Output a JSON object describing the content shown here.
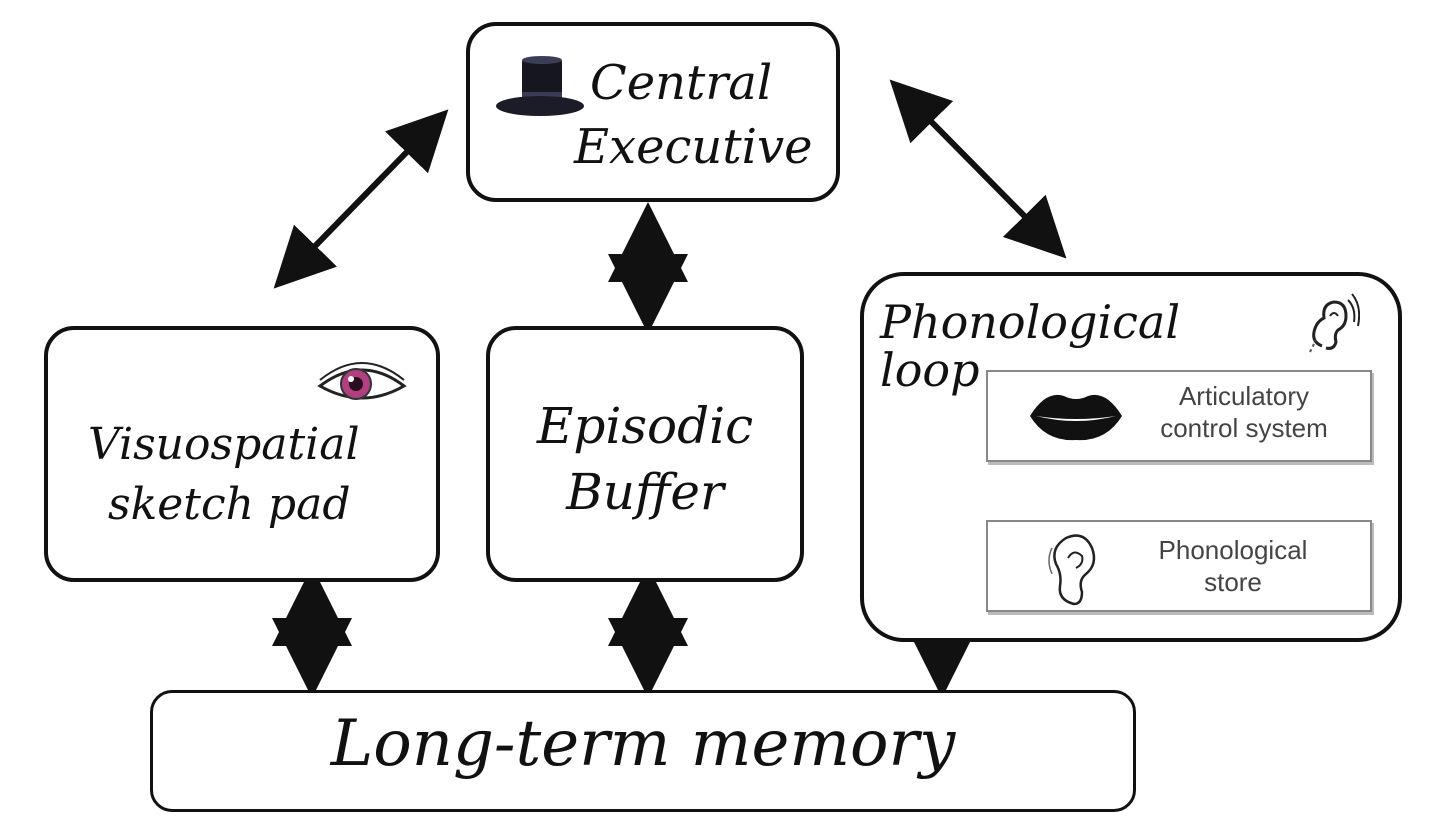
{
  "central_executive": {
    "line1": "Central",
    "line2": "Executive",
    "icon": "top-hat-icon"
  },
  "visuospatial": {
    "line1": "Visuospatial",
    "line2": "sketch pad",
    "icon": "eye-icon"
  },
  "episodic": {
    "line1": "Episodic",
    "line2": "Buffer"
  },
  "phonological_loop": {
    "title": "Phonological loop",
    "icon": "ear-icon",
    "articulatory": {
      "line1": "Articulatory",
      "line2": "control system",
      "icon": "lips-icon"
    },
    "store": {
      "line1": "Phonological",
      "line2": "store",
      "icon": "ear-icon"
    }
  },
  "long_term_memory": {
    "label": "Long-term memory"
  },
  "colors": {
    "stroke": "#111111",
    "eye_iris": "#b0407f",
    "inner_text": "#444444"
  }
}
